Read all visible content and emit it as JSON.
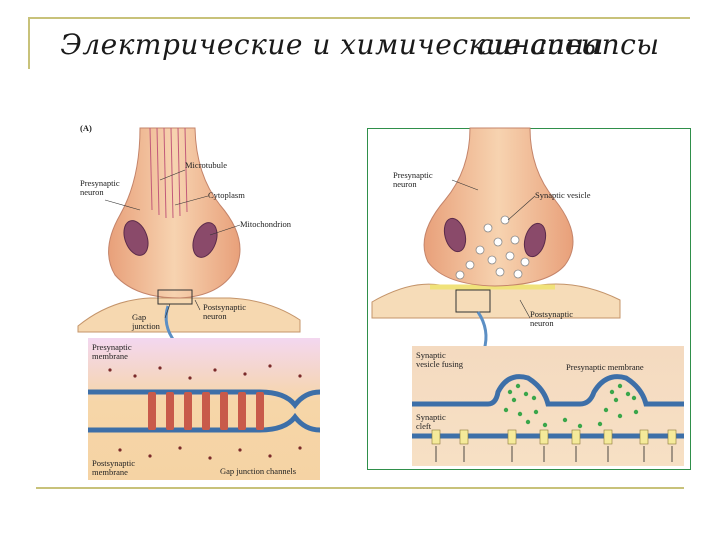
{
  "slide": {
    "title": "Электрические и химические синапсы",
    "title_overlap": "синапсы"
  },
  "left_panel": {
    "panel_label": "(A)",
    "labels": {
      "microtubule": "Microtubule",
      "presynaptic_neuron": "Presynaptic neuron",
      "cytoplasm": "Cytoplasm",
      "mitochondrion": "Mitochondrion",
      "gap_junction": "Gap junction",
      "postsynaptic_neuron": "Postsynaptic neuron",
      "presynaptic_membrane": "Presynaptic membrane",
      "postsynaptic_membrane": "Postsynaptic membrane",
      "gap_junction_channels": "Gap junction channels"
    }
  },
  "right_panel": {
    "labels": {
      "presynaptic_neuron": "Presynaptic neuron",
      "synaptic_vesicle": "Synaptic vesicle",
      "postsynaptic_neuron": "Postsynaptic neuron",
      "synaptic_vesicle_fusing": "Synaptic vesicle fusing",
      "presynaptic_membrane": "Presynaptic membrane",
      "synaptic_cleft": "Synaptic cleft"
    }
  },
  "colors": {
    "frame": "#c8c27a",
    "neuron_fill": "#f2c89a",
    "membrane_blue": "#3d6fa8",
    "panel_border": "#2f8f4a",
    "transmitter_green": "#3aa64a",
    "postsynaptic_yellow": "#f0e27a"
  }
}
